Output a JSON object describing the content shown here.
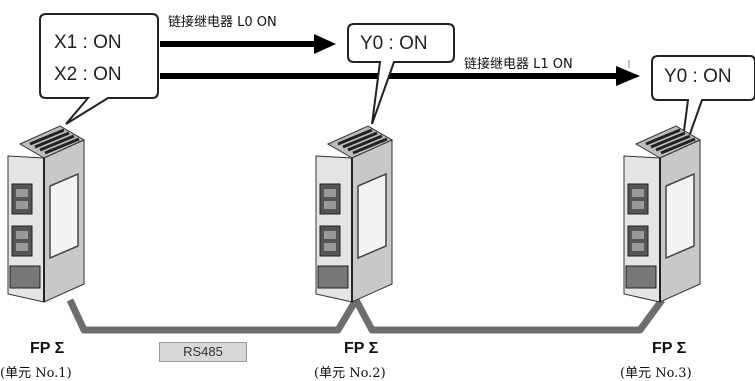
{
  "bubbles": {
    "unit1_line1": "X1 : ON",
    "unit1_line2": "X2 : ON",
    "unit2": "Y0 : ON",
    "unit3": "Y0 : ON"
  },
  "links": {
    "l0": "链接继电器 L0 ON",
    "l1": "链接继电器 L1 ON"
  },
  "units": [
    {
      "model": "FP Σ",
      "label": "(单元 No.1)"
    },
    {
      "model": "FP Σ",
      "label": "(单元 No.2)"
    },
    {
      "model": "FP Σ",
      "label": "(单元 No.3)"
    }
  ],
  "bus": {
    "label": "RS485"
  },
  "colors": {
    "cable": "#6d6d6d",
    "arrow": "#000000",
    "plc_body": "#dedede",
    "plc_dark": "#3a3a3a"
  }
}
